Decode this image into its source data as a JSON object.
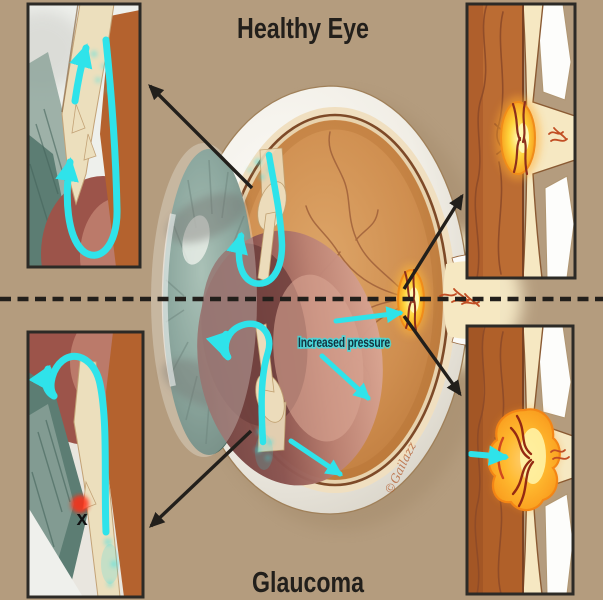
{
  "titles": {
    "healthy": "Healthy Eye",
    "glaucoma": "Glaucoma"
  },
  "labels": {
    "increased_pressure": "Increased pressure",
    "blockage_marker": "x",
    "signature": "©Gailazz"
  },
  "insets": [
    {
      "name": "healthy-drainage-angle",
      "position": "top-left"
    },
    {
      "name": "healthy-optic-nerve",
      "position": "top-right"
    },
    {
      "name": "glaucoma-drainage-angle",
      "position": "bottom-left"
    },
    {
      "name": "glaucoma-optic-nerve",
      "position": "bottom-right"
    }
  ],
  "colors": {
    "background": "#b49c7e",
    "ink": "#221f1b",
    "flow_arrow": "#2fe3ea",
    "label_ink": "#123441",
    "sclera_white": "#f2efe8",
    "vitreous": "#cf8e4f",
    "choroid_line": "#7e4a28",
    "cream_band": "#f0dfc0",
    "iris_teal": "#5f867c",
    "lens_maroon": "#7a4744",
    "lens_pink": "#d5a091",
    "optic_disc": "#ffd43c",
    "disc_glow": "#f59c20",
    "vessel": "#9e5a33",
    "vessel_dark": "#8c2f1c",
    "nerve_cream": "#f6e8c2",
    "inset_border": "#2c2a26",
    "inset_orange": "#b4622e",
    "blockage_red": "#ff2d12"
  }
}
